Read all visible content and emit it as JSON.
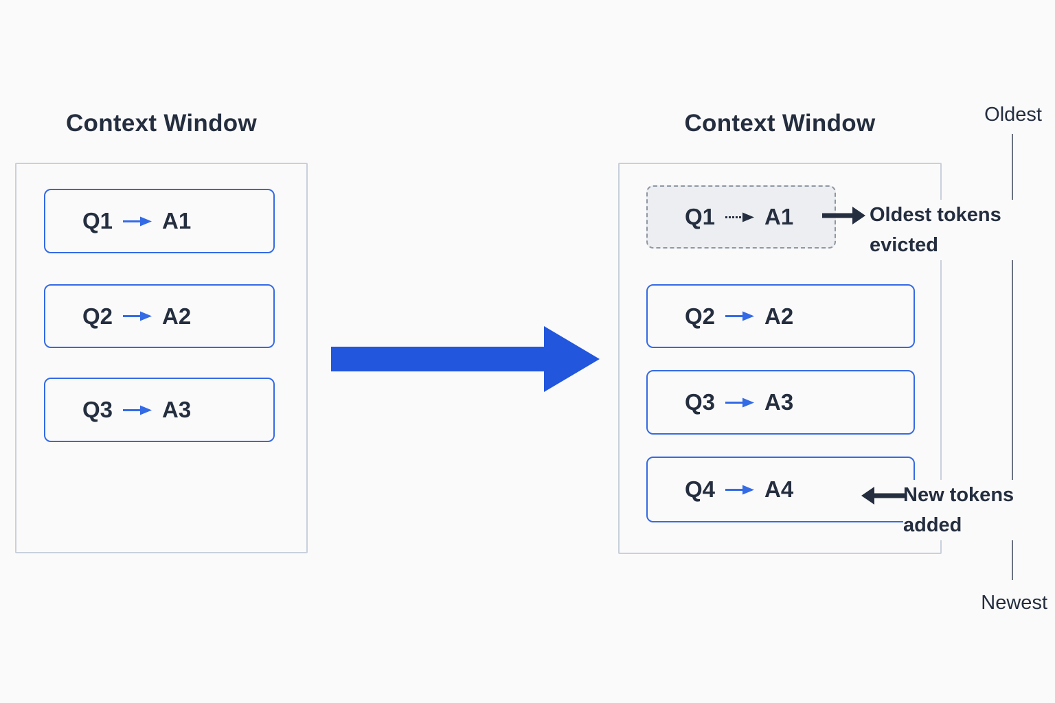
{
  "colors": {
    "background": "#fbfafa",
    "ink": "#242e3f",
    "box_border_blue": "#336ae6",
    "big_arrow_blue": "#2156dd",
    "container_border": "#c8d0db",
    "evicted_fill": "#eceef1",
    "evicted_border": "#8e97a3",
    "axis_line": "#6a7280"
  },
  "left_panel": {
    "title": "Context Window",
    "items": [
      {
        "q": "Q1",
        "a": "A1"
      },
      {
        "q": "Q2",
        "a": "A2"
      },
      {
        "q": "Q3",
        "a": "A3"
      }
    ]
  },
  "right_panel": {
    "title": "Context Window",
    "items": [
      {
        "q": "Q1",
        "a": "A1",
        "state": "evicted"
      },
      {
        "q": "Q2",
        "a": "A2",
        "state": "normal"
      },
      {
        "q": "Q3",
        "a": "A3",
        "state": "normal"
      },
      {
        "q": "Q4",
        "a": "A4",
        "state": "new"
      }
    ]
  },
  "annotations": {
    "evicted": {
      "line1": "Oldest tokens",
      "line2": "evicted"
    },
    "added": {
      "line1": "New tokens",
      "line2": "added"
    }
  },
  "axis": {
    "top_label": "Oldest",
    "bottom_label": "Newest"
  }
}
